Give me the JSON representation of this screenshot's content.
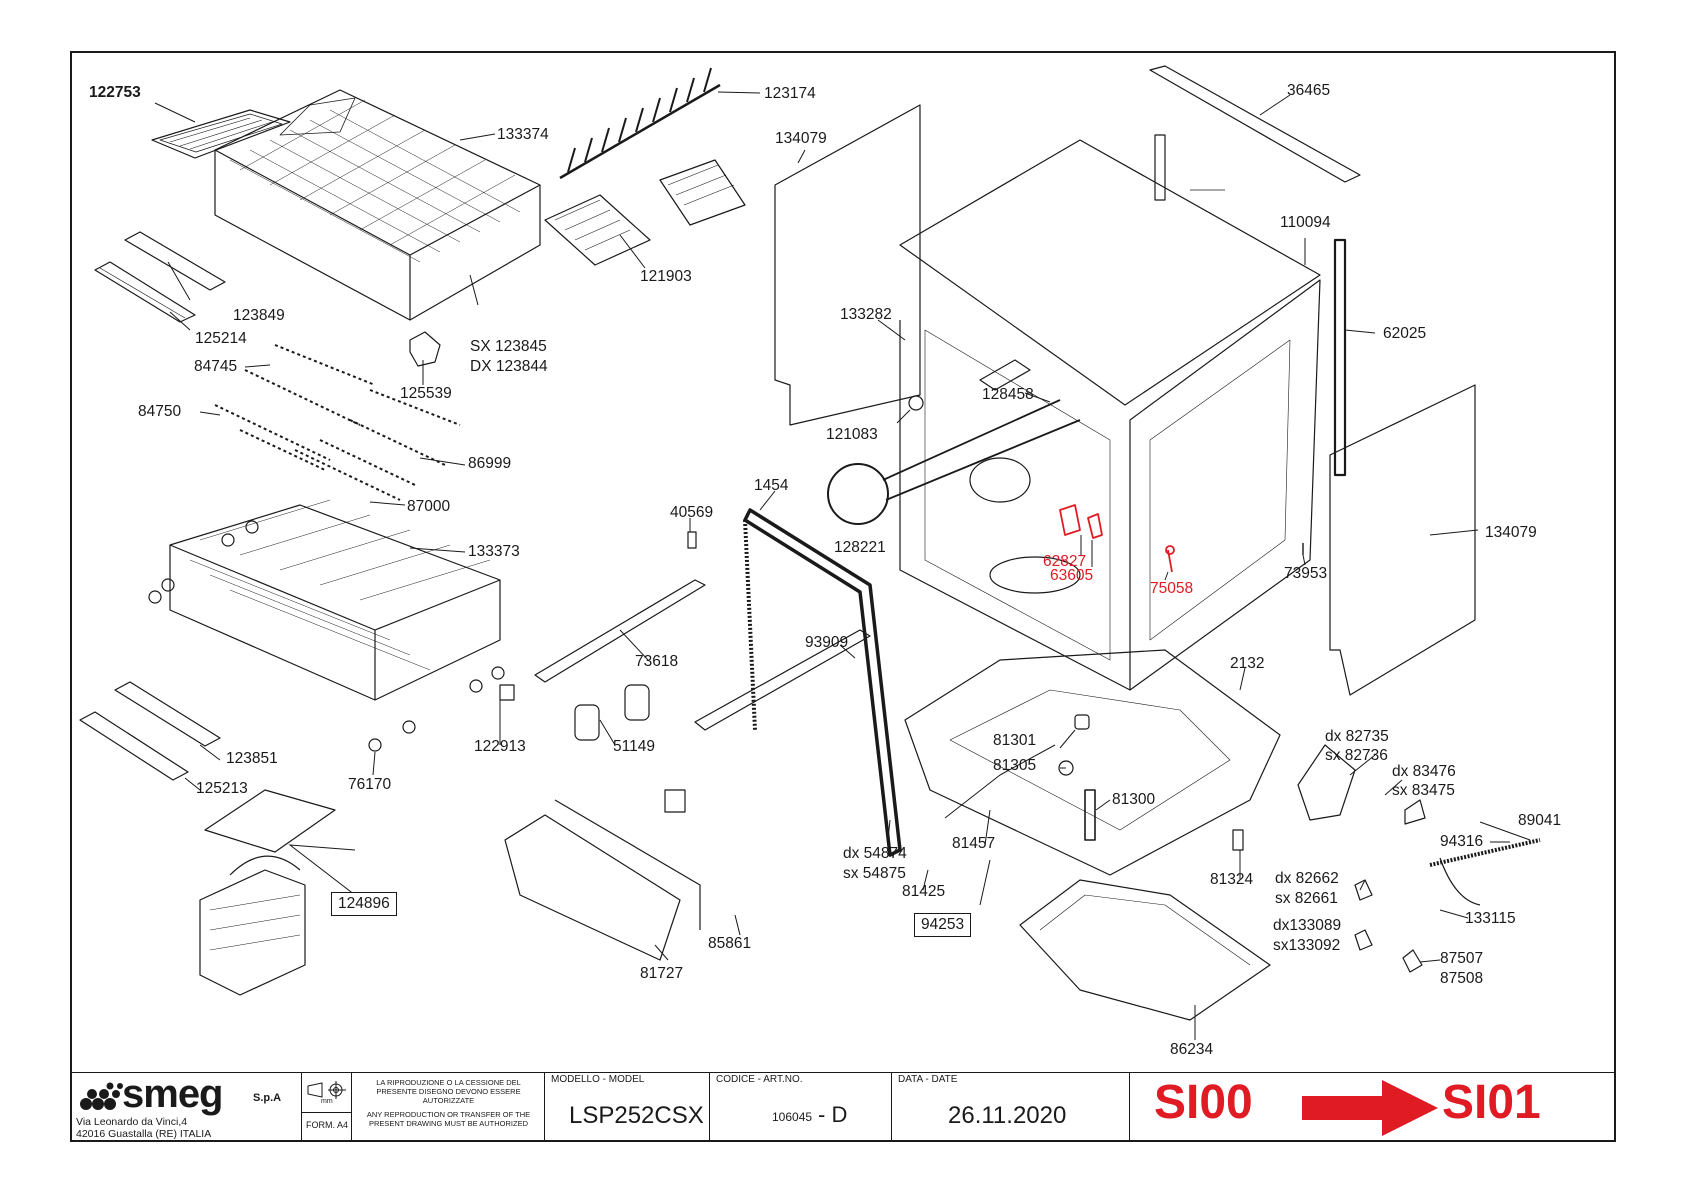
{
  "labels": {
    "l122753": "122753",
    "l133374": "133374",
    "l123174": "123174",
    "l134079a": "134079",
    "l36465": "36465",
    "l110094": "110094",
    "l121903": "121903",
    "l123849": "123849",
    "l125214": "125214",
    "l133282": "133282",
    "l62025": "62025",
    "l123845": "SX 123845",
    "l123844": "DX 123844",
    "l84745": "84745",
    "l125539": "125539",
    "l128458": "128458",
    "l84750": "84750",
    "l121083": "121083",
    "l86999": "86999",
    "l134079b": "134079",
    "l87000": "87000",
    "l1454": "1454",
    "l128221": "128221",
    "l40569": "40569",
    "l133373": "133373",
    "l62827": "62827",
    "l63605": "63605",
    "l75058": "75058",
    "l73953": "73953",
    "l93909": "93909",
    "l73618": "73618",
    "l2132": "2132",
    "l122913": "122913",
    "l51149": "51149",
    "l81301": "81301",
    "l123851": "123851",
    "l82735": "dx 82735",
    "l82736": "sx 82736",
    "l81305": "81305",
    "l83476": "dx 83476",
    "l83475": "sx 83475",
    "l125213": "125213",
    "l76170": "76170",
    "l81300": "81300",
    "l89041": "89041",
    "l94316": "94316",
    "l54874": "dx 54874",
    "l54875": "sx 54875",
    "l81457": "81457",
    "l124896": "124896",
    "l81425": "81425",
    "l81324": "81324",
    "l82662": "dx 82662",
    "l82661": "sx 82661",
    "l133115": "133115",
    "l94253": "94253",
    "l85861": "85861",
    "l133089": "dx133089",
    "l133092": "sx133092",
    "l87507": "87507",
    "l87508": "87508",
    "l81727": "81727",
    "l86234": "86234"
  },
  "titleblock": {
    "brand": "smeg",
    "brand_suffix": "S.p.A",
    "address_line1": "Via Leonardo da Vinci,4",
    "address_line2": "42016  Guastalla (RE) ITALIA",
    "format": "FORM. A4",
    "notice_it": "LA RIPRODUZIONE O LA CESSIONE DEL PRESENTE DISEGNO DEVONO ESSERE AUTORIZZATE",
    "notice_en": "ANY REPRODUCTION OR TRANSFER OF THE PRESENT DRAWING MUST BE AUTHORIZED",
    "model_caption": "MODELLO - MODEL",
    "model_value": "LSP252CSX",
    "code_caption": "CODICE - ART.NO.",
    "code_number": "106045",
    "code_revision": "- D",
    "date_caption": "DATA - DATE",
    "date_value": "26.11.2020",
    "revision_from": "SI00",
    "revision_to": "SI01"
  },
  "colors": {
    "line": "#1a1a1a",
    "highlight_red": "#e01b24"
  }
}
